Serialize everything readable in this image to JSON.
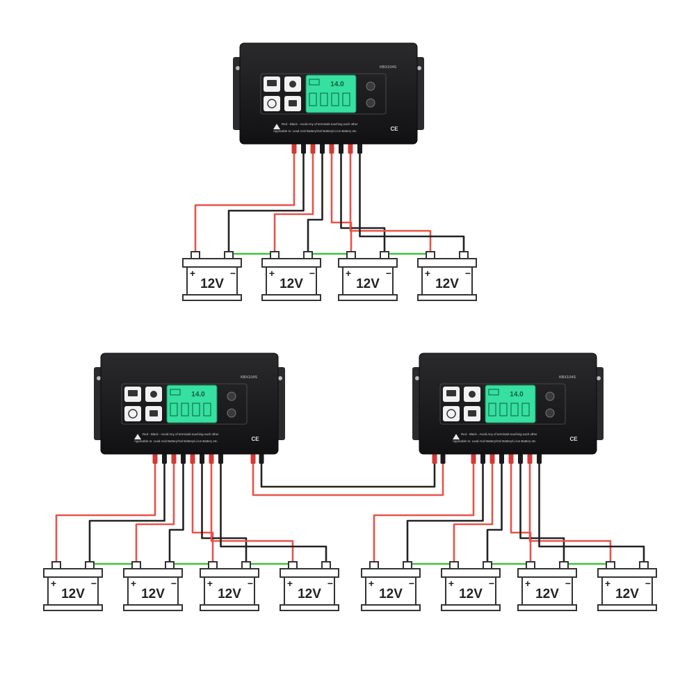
{
  "diagram": {
    "units": [
      {
        "model_label": "KBX104S",
        "warning_line1": "Red - Black - Avoid Any of terminals touching each other",
        "warning_line2": "Applicable to: Lead Acid Battery/Gel Battery/Li-ion Battery etc.",
        "ce_mark": "CE"
      },
      {
        "model_label": "KBX104S",
        "warning_line1": "Red - Black - Avoid Any of terminals touching each other",
        "warning_line2": "Applicable to: Lead Acid Battery/Gel Battery/Li-ion Battery etc.",
        "ce_mark": "CE"
      },
      {
        "model_label": "KBX104S",
        "warning_line1": "Red - Black - Avoid Any of terminals touching each other",
        "warning_line2": "Applicable to: Lead Acid Battery/Gel Battery/Li-ion Battery etc.",
        "ce_mark": "CE"
      }
    ],
    "battery_groups": [
      {
        "batteries": [
          {
            "label": "12V"
          },
          {
            "label": "12V"
          },
          {
            "label": "12V"
          },
          {
            "label": "12V"
          }
        ]
      },
      {
        "batteries": [
          {
            "label": "12V"
          },
          {
            "label": "12V"
          },
          {
            "label": "12V"
          },
          {
            "label": "12V"
          }
        ]
      },
      {
        "batteries": [
          {
            "label": "12V"
          },
          {
            "label": "12V"
          },
          {
            "label": "12V"
          },
          {
            "label": "12V"
          }
        ]
      }
    ],
    "terminal_plus": "+",
    "terminal_minus": "−",
    "lcd_readout": "14.0",
    "colors": {
      "positive_wire": "#e8524a",
      "negative_wire": "#222222",
      "bridge_wire": "#3cc43c",
      "housing": "#1c1c1e",
      "lcd": "#35e0a0",
      "battery_outline": "#333333"
    }
  }
}
